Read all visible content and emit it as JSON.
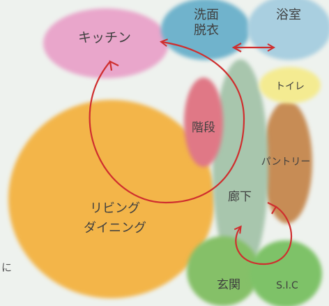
{
  "rooms": {
    "kitchen": "キッチン",
    "washroom_line1": "洗面",
    "washroom_line2": "脱衣",
    "bathroom": "浴室",
    "toilet": "トイレ",
    "stairs": "階段",
    "pantry": "パントリー",
    "living_line1": "リビング",
    "living_line2": "ダイニング",
    "hallway": "廊下",
    "entrance": "玄関",
    "sic": "S.I.C"
  },
  "side_note": "に",
  "colors": {
    "kitchen": "#e9a6cb",
    "washroom": "#6fb3cc",
    "bathroom": "#a9cfe0",
    "toilet": "#f4eb91",
    "stairs": "#e07886",
    "pantry": "#c78c54",
    "living": "#f3b548",
    "hallway": "#a8c6ad",
    "entrance": "#85c067",
    "sic": "#7ec268",
    "arrow": "#cf2e2e"
  }
}
